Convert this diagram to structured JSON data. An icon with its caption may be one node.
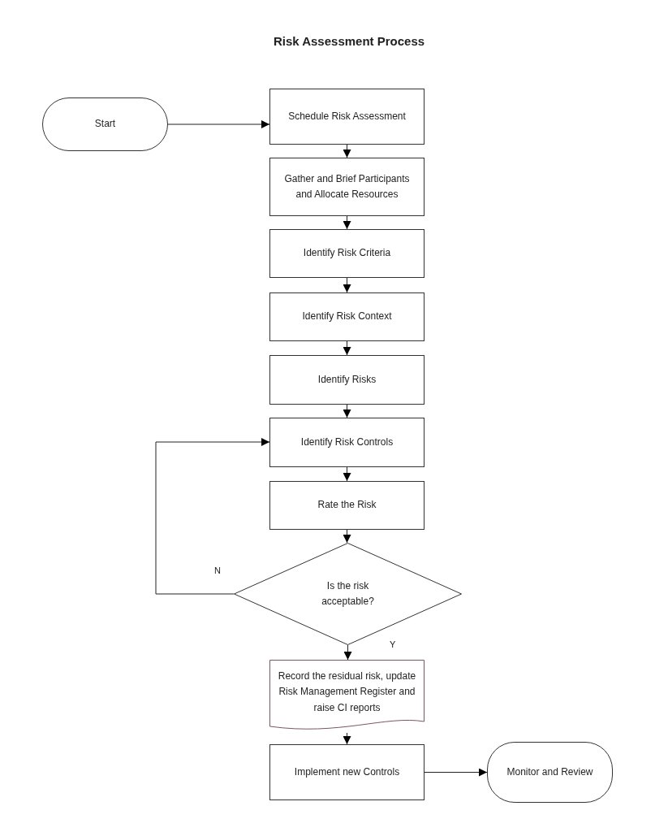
{
  "diagram": {
    "title": "Risk Assessment Process",
    "nodes": [
      {
        "text": [
          "Start"
        ]
      },
      {
        "text": [
          "Schedule Risk Assessment"
        ]
      },
      {
        "text": [
          "Gather and Brief Participants and Allocate Resources"
        ]
      },
      {
        "text": [
          "Identify Risk Criteria"
        ]
      },
      {
        "text": [
          "Identify Risk Context"
        ]
      },
      {
        "text": [
          "Identify Risks"
        ]
      },
      {
        "text": [
          "Identify Risk Controls"
        ]
      },
      {
        "text": [
          "Rate the Risk"
        ]
      },
      {
        "text": [
          "Is the risk acceptable?"
        ]
      },
      {
        "text": [
          "Record the residual risk, update Risk Management Register and raise CI reports"
        ]
      },
      {
        "text": [
          "Implement new Controls"
        ]
      },
      {
        "text": [
          "Monitor and Review"
        ]
      }
    ],
    "edges": [
      {
        "from": 0,
        "to": 1,
        "arrow": "to"
      },
      {
        "from": 1,
        "to": 2,
        "arrow": "to"
      },
      {
        "from": 2,
        "to": 3,
        "arrow": "to"
      },
      {
        "from": 3,
        "to": 4,
        "arrow": "to"
      },
      {
        "from": 4,
        "to": 5,
        "arrow": "to"
      },
      {
        "from": 5,
        "to": 6,
        "arrow": "to"
      },
      {
        "from": 6,
        "to": 7,
        "arrow": "to"
      },
      {
        "from": 7,
        "to": 8,
        "arrow": "to"
      },
      {
        "from": 8,
        "to": 6,
        "arrow": "to",
        "label": "N"
      },
      {
        "from": 8,
        "to": 9,
        "arrow": "to",
        "label": "Y"
      },
      {
        "from": 9,
        "to": 10,
        "arrow": "to"
      },
      {
        "from": 10,
        "to": 11,
        "arrow": "to"
      }
    ]
  }
}
